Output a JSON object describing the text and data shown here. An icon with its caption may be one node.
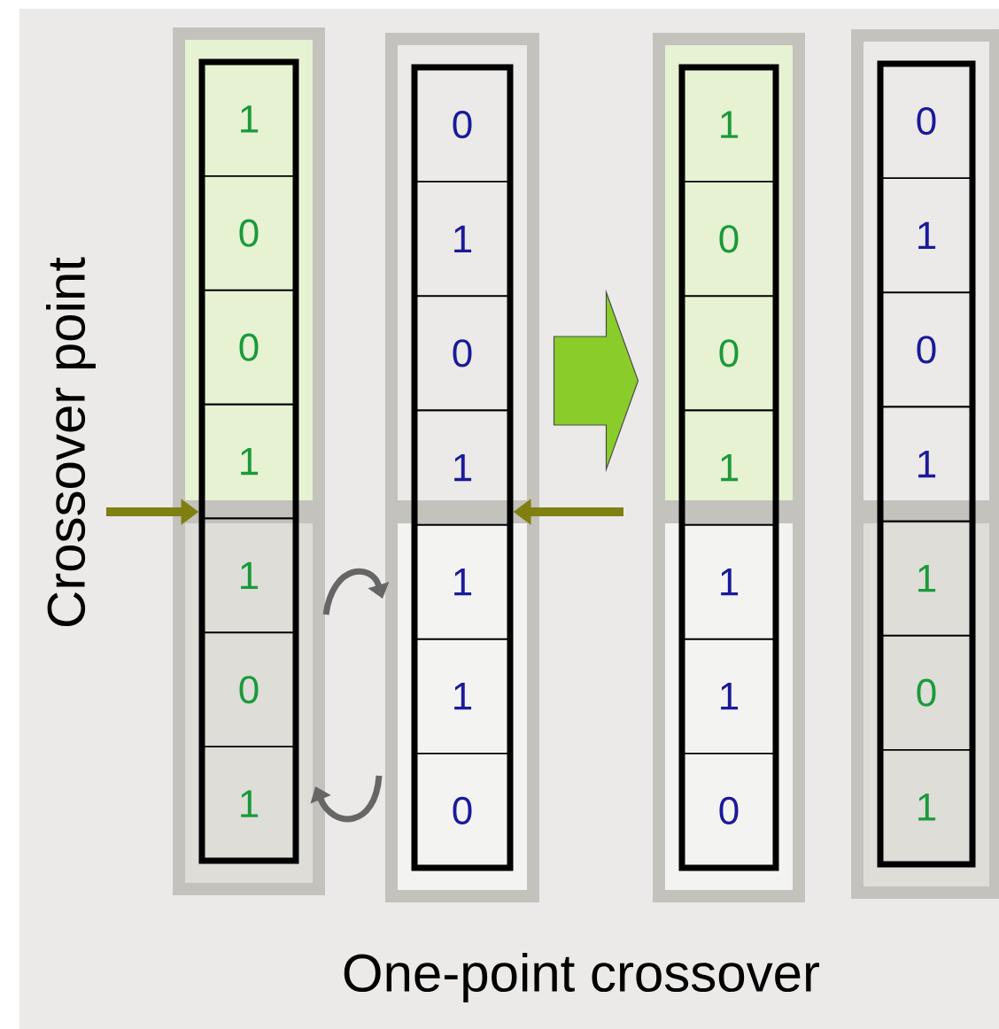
{
  "diagram": {
    "caption": "One-point crossover",
    "nodes": [
      {
        "text": [],
        "shape": "box"
      },
      {
        "text": [
          "1"
        ],
        "in": 0
      },
      {
        "text": [
          "0"
        ],
        "in": 0
      },
      {
        "text": [
          "0"
        ],
        "in": 0
      },
      {
        "text": [
          "1"
        ],
        "in": 0
      },
      {
        "text": [
          "1"
        ],
        "in": 0
      },
      {
        "text": [
          "0"
        ],
        "in": 0
      },
      {
        "text": [
          "1"
        ],
        "in": 0
      },
      {
        "text": [],
        "shape": "box"
      },
      {
        "text": [
          "0"
        ],
        "in": 8
      },
      {
        "text": [
          "1"
        ],
        "in": 8
      },
      {
        "text": [
          "0"
        ],
        "in": 8
      },
      {
        "text": [
          "1"
        ],
        "in": 8
      },
      {
        "text": [
          "1"
        ],
        "in": 8
      },
      {
        "text": [
          "1"
        ],
        "in": 8
      },
      {
        "text": [
          "0"
        ],
        "in": 8
      },
      {
        "text": [],
        "shape": "box"
      },
      {
        "text": [
          "1"
        ],
        "in": 16
      },
      {
        "text": [
          "0"
        ],
        "in": 16
      },
      {
        "text": [
          "0"
        ],
        "in": 16
      },
      {
        "text": [
          "1"
        ],
        "in": 16
      },
      {
        "text": [
          "1"
        ],
        "in": 16
      },
      {
        "text": [
          "1"
        ],
        "in": 16
      },
      {
        "text": [
          "0"
        ],
        "in": 16
      },
      {
        "text": [],
        "shape": "box"
      },
      {
        "text": [
          "0"
        ],
        "in": 24
      },
      {
        "text": [
          "1"
        ],
        "in": 24
      },
      {
        "text": [
          "0"
        ],
        "in": 24
      },
      {
        "text": [
          "1"
        ],
        "in": 24
      },
      {
        "text": [
          "1"
        ],
        "in": 24
      },
      {
        "text": [
          "0"
        ],
        "in": 24
      },
      {
        "text": [
          "1"
        ],
        "in": 24
      },
      {
        "text": [
          "Crossover point"
        ]
      }
    ],
    "edges": [
      {
        "from": 32,
        "to": 0,
        "arrow": "to"
      },
      {
        "from": null,
        "to": 8,
        "arrow": "to"
      },
      {
        "from": 8,
        "to": 16,
        "arrow": "to",
        "style": "thick",
        "color": "#8acd2a"
      }
    ]
  }
}
